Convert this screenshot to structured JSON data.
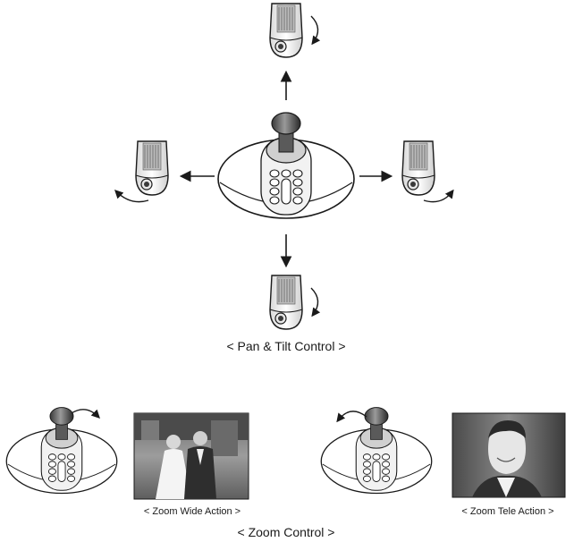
{
  "pan_tilt": {
    "caption": "< Pan & Tilt Control >"
  },
  "zoom": {
    "caption": "< Zoom Control >",
    "wide_caption": "< Zoom Wide Action >",
    "tele_caption": "< Zoom Tele Action >"
  }
}
